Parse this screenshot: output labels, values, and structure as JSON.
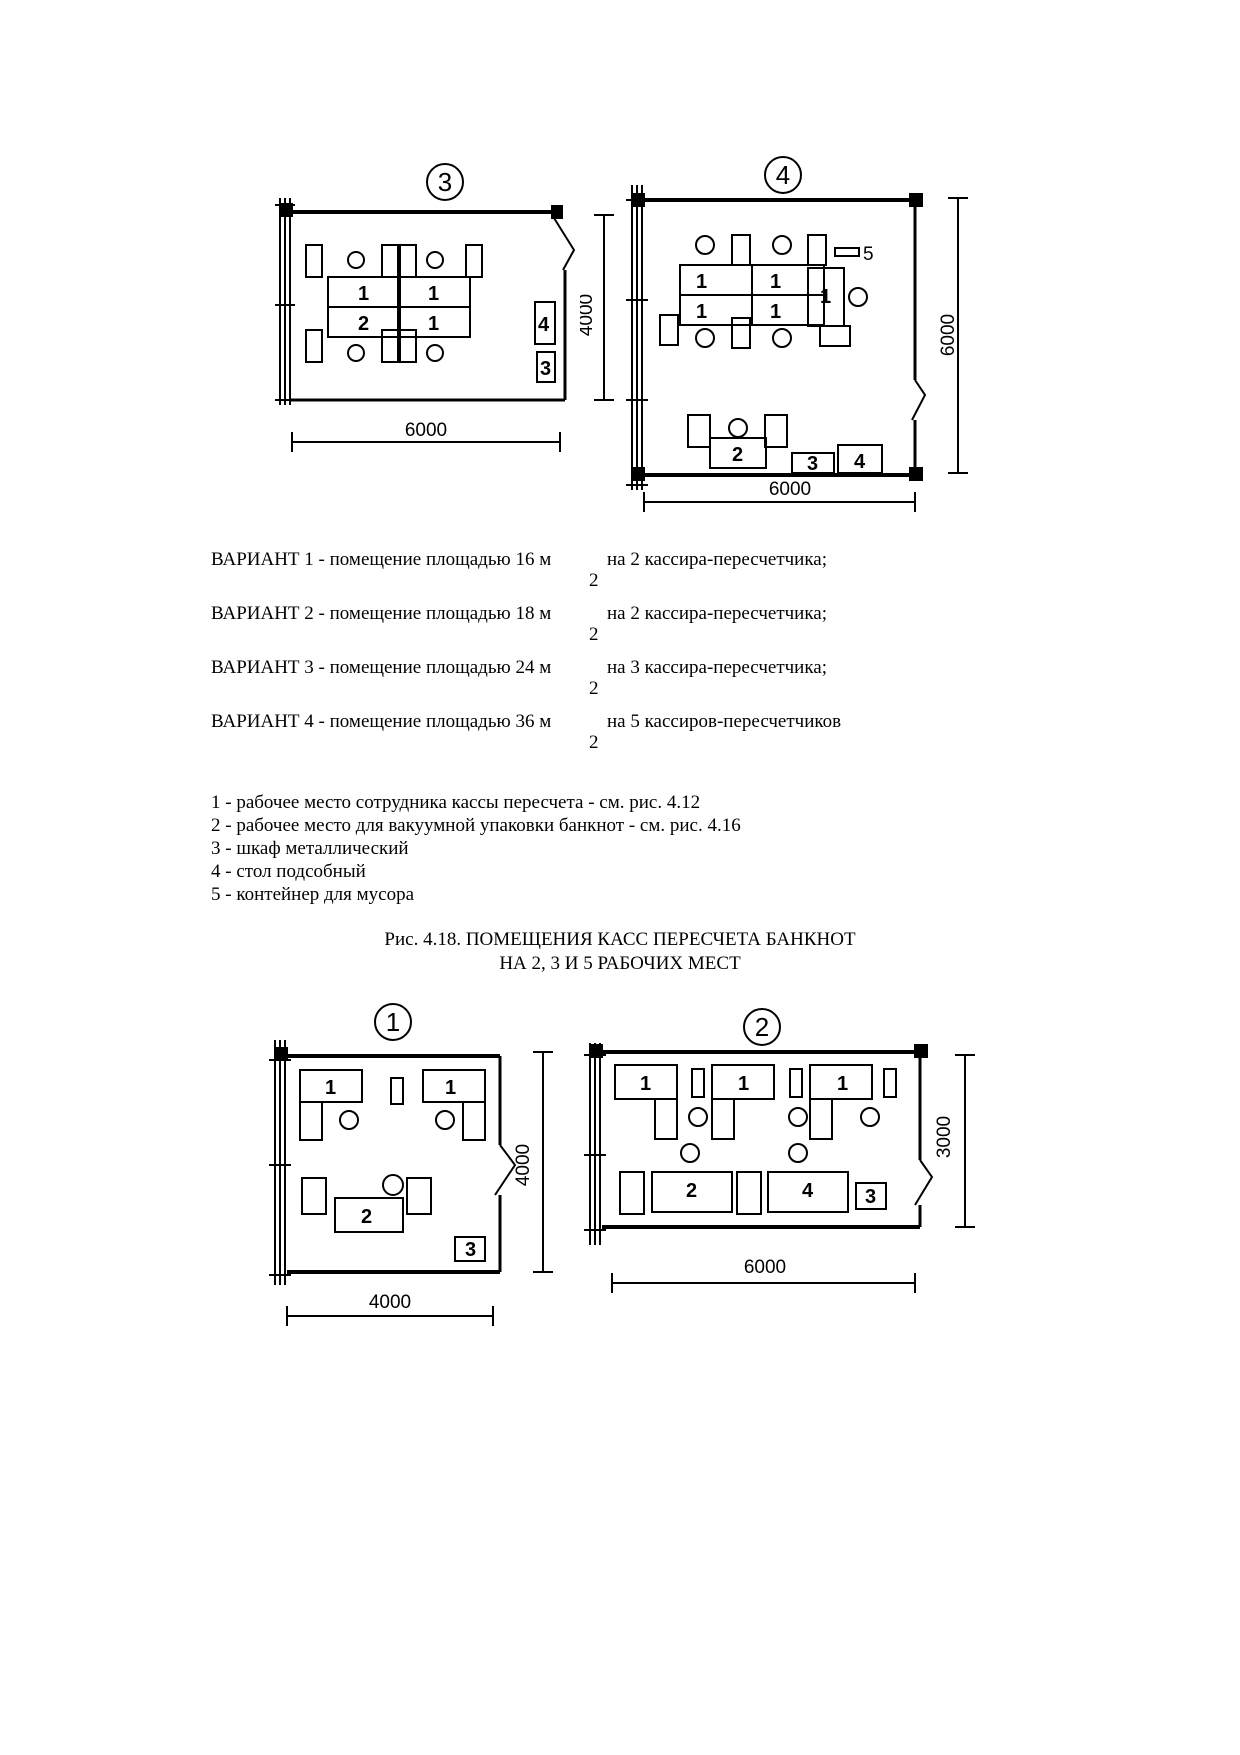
{
  "plans": {
    "p3": {
      "badge": "3",
      "width_label": "6000",
      "depth_label": "4000",
      "items": [
        "1",
        "1",
        "2",
        "1",
        "4",
        "3"
      ]
    },
    "p4": {
      "badge": "4",
      "width_label": "6000",
      "depth_label": "6000",
      "items": [
        "1",
        "1",
        "1",
        "1",
        "1",
        "5",
        "2",
        "3",
        "4"
      ]
    },
    "p1": {
      "badge": "1",
      "width_label": "4000",
      "depth_label": "4000",
      "items": [
        "1",
        "1",
        "2",
        "3"
      ]
    },
    "p2": {
      "badge": "2",
      "width_label": "6000",
      "depth_label": "3000",
      "items": [
        "1",
        "1",
        "1",
        "2",
        "4",
        "3"
      ]
    }
  },
  "variants": [
    {
      "text": "ВАРИАНТ 1 - помещение площадью 16 м",
      "sup": "2",
      "tail": "на 2 кассира-пересчетчика;"
    },
    {
      "text": "ВАРИАНТ 2 - помещение площадью 18 м",
      "sup": "2",
      "tail": "на 2 кассира-пересчетчика;"
    },
    {
      "text": "ВАРИАНТ 3 - помещение площадью 24 м",
      "sup": "2",
      "tail": "на 3 кассира-пересчетчика;"
    },
    {
      "text": "ВАРИАНТ 4 - помещение площадью 36 м",
      "sup": "2",
      "tail": "на 5 кассиров-пересчетчиков"
    }
  ],
  "legend": [
    "1 - рабочее место сотрудника кассы пересчета - см. рис. 4.12",
    "2 - рабочее место для вакуумной упаковки банкнот - см. рис. 4.16",
    "3 - шкаф металлический",
    "4 - стол подсобный",
    "5 - контейнер для мусора"
  ],
  "caption": {
    "line1": "Рис. 4.18. ПОМЕЩЕНИЯ КАСС ПЕРЕСЧЕТА БАНКНОТ",
    "line2": "НА 2, 3 И 5 РАБОЧИХ МЕСТ"
  }
}
